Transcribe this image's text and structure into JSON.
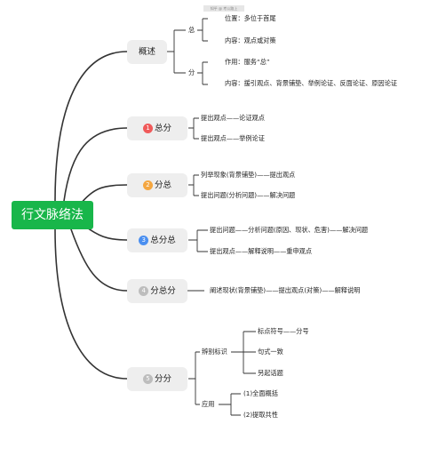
{
  "watermark": "知乎 @ 考公路上",
  "root": "行文脉络法",
  "colors": {
    "root": "#18b64a",
    "line": "#333333",
    "pill": "#eeeeee"
  },
  "branches": [
    {
      "label": "概述",
      "groups": [
        {
          "label": "总",
          "items": [
            "位置：多位于首尾",
            "内容：观点或对策"
          ]
        },
        {
          "label": "分",
          "items": [
            "作用：服务“总”",
            "内容：援引观点、背景铺垫、举例论证、反面论证、原因论证"
          ]
        }
      ]
    },
    {
      "badge": "1",
      "badge_color": "#f05a5a",
      "label": "总分",
      "items": [
        "提出观点——论证观点",
        "提出观点——举例论证"
      ]
    },
    {
      "badge": "2",
      "badge_color": "#f4a640",
      "label": "分总",
      "items": [
        "列举现象(背景铺垫)——提出观点",
        "提出问题(分析问题)——解决问题"
      ]
    },
    {
      "badge": "3",
      "badge_color": "#4a8ff0",
      "label": "总分总",
      "items": [
        "提出问题——分析问题(原因、现状、危害)——解决问题",
        "提出观点——解释说明——重申观点"
      ]
    },
    {
      "badge": "4",
      "badge_color": "#bdbdbd",
      "label": "分总分",
      "items": [
        "阐述现状(背景铺垫)——提出观点(对策)——解释说明"
      ]
    },
    {
      "badge": "5",
      "badge_color": "#bdbdbd",
      "label": "分分",
      "groups": [
        {
          "label": "辨别标识",
          "items": [
            "标点符号——分号",
            "句式一致",
            "另起话题"
          ]
        },
        {
          "label": "应用",
          "items": [
            "(1)全面概括",
            "(2)提取共性"
          ]
        }
      ]
    }
  ]
}
